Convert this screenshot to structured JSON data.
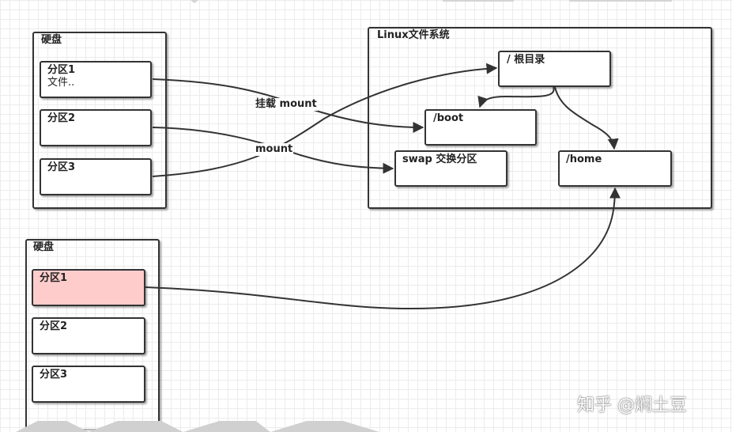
{
  "disk_top": {
    "title": "硬盘",
    "partition1": {
      "line1": "分区1",
      "line2": "文件.."
    },
    "partition2": "分区2",
    "partition3": "分区3"
  },
  "linux_fs": {
    "title": "Linux文件系统",
    "root": "/ 根目录",
    "boot": "/boot",
    "swap": "swap 交换分区",
    "home": "/home"
  },
  "disk_bottom": {
    "title": "硬盘",
    "partition1": "分区1",
    "partition2": "分区2",
    "partition3": "分区3"
  },
  "edge_labels": {
    "mount1": "挂载 mount",
    "mount2": "mount"
  },
  "colors": {
    "highlight_fill": "#ffcccc",
    "border": "#333333"
  },
  "watermark": "知乎 @焖土豆"
}
